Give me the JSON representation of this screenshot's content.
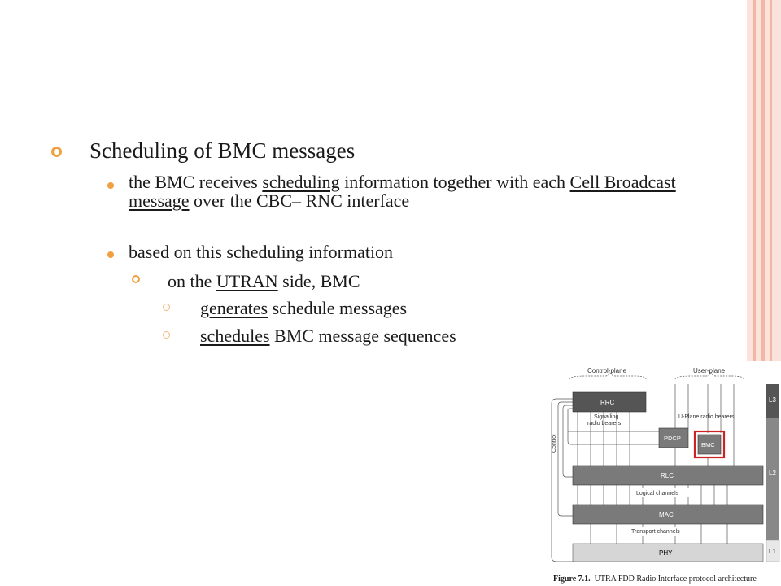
{
  "slide": {
    "heading": "Scheduling of BMC messages",
    "b1": {
      "pre": "the BMC receives ",
      "link1": "scheduling",
      "mid": " information together with each ",
      "link2": "Cell Broadcast message",
      "post": " over the CBC– RNC interface"
    },
    "b2": "based on this scheduling information",
    "b3": {
      "pre": "on the ",
      "link": "UTRAN",
      "post": " side, BMC"
    },
    "b4": {
      "link": "generates",
      "post": " schedule messages"
    },
    "b5": {
      "link": "schedules",
      "post": " BMC message sequences"
    }
  },
  "figure": {
    "control_plane": "Control-plane",
    "user_plane": "User-plane",
    "rrc": "RRC",
    "signalling": "Signalling",
    "radio_bearers": "radio bearers",
    "uplane_bearers": "U-Plane radio bearers",
    "control": "Control",
    "pdcp": "PDCP",
    "bmc": "BMC",
    "rlc": "RLC",
    "logical_channels": "Logical channels",
    "mac": "MAC",
    "transport_channels": "Transport channels",
    "phy": "PHY",
    "l3": "L3",
    "l2": "L2",
    "l1": "L1",
    "caption_label": "Figure 7.1.",
    "caption_text": "UTRA FDD Radio Interface protocol architecture"
  },
  "colors": {
    "accent": "#e8a79a",
    "bullet_orange": "#f0a040",
    "bmc_highlight": "#cc2222"
  }
}
